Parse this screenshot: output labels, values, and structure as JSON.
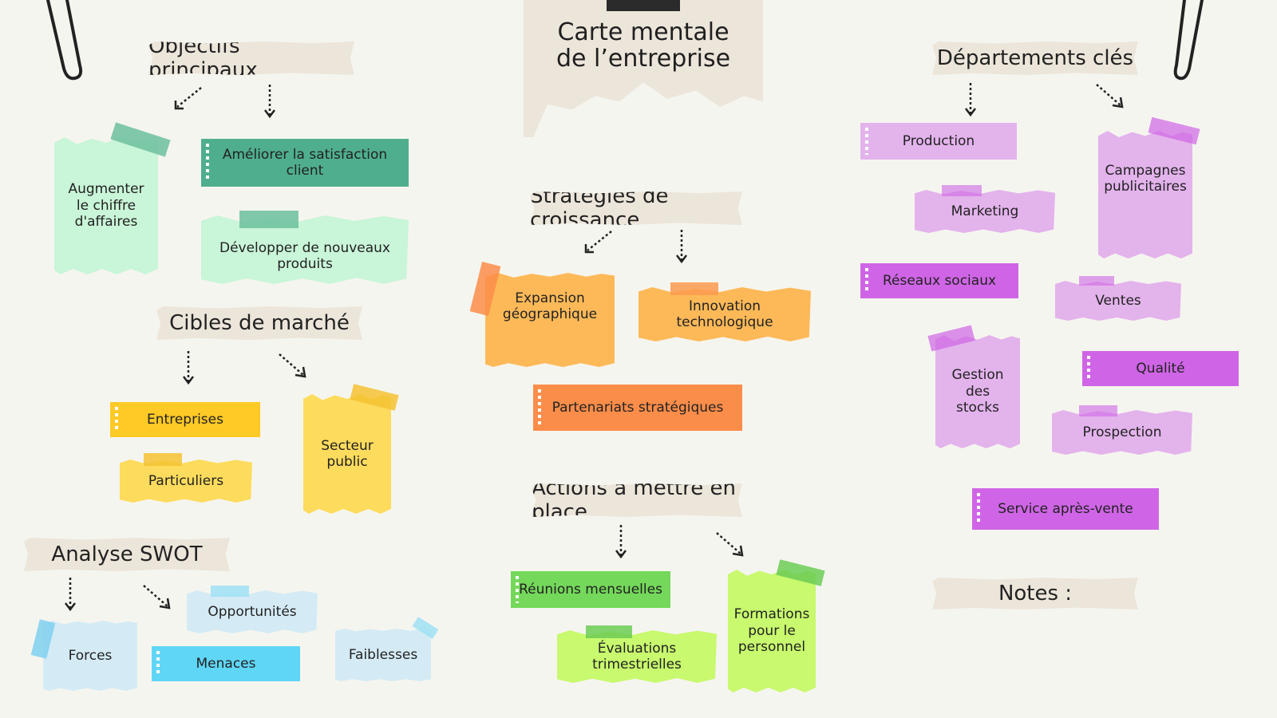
{
  "title": {
    "line1": "Carte mentale",
    "line2": "de l’entreprise"
  },
  "sections": {
    "objectifs": {
      "heading": "Objectifs principaux",
      "items": [
        "Augmenter le chiffre d'affaires",
        "Améliorer la satisfaction client",
        "Développer de nouveaux produits"
      ]
    },
    "cibles": {
      "heading": "Cibles de marché",
      "items": [
        "Entreprises",
        "Particuliers",
        "Secteur public"
      ]
    },
    "swot": {
      "heading": "Analyse SWOT",
      "items": [
        "Forces",
        "Opportunités",
        "Menaces",
        "Faiblesses"
      ]
    },
    "strategies": {
      "heading": "Stratégies de croissance",
      "items": [
        "Expansion géographique",
        "Innovation technologique",
        "Partenariats stratégiques"
      ]
    },
    "actions": {
      "heading": "Actions à mettre en place",
      "items": [
        "Réunions mensuelles",
        "Évaluations trimestrielles",
        "Formations pour le personnel"
      ]
    },
    "departements": {
      "heading": "Départements clés",
      "items": [
        "Production",
        "Marketing",
        "Campagnes publicitaires",
        "Réseaux sociaux",
        "Ventes",
        "Gestion des stocks",
        "Qualité",
        "Prospection",
        "Service après-vente"
      ]
    },
    "notes": {
      "heading": "Notes :"
    }
  },
  "colors": {
    "background": "#f5f5ef",
    "heading_paper": "#ece5da",
    "mint": "#c9f5d8",
    "teal": "#4fae8e",
    "yellow": "#ffc926",
    "light_yellow": "#fddb5c",
    "light_blue": "#d4ebf5",
    "cyan": "#5fd6f6",
    "orange": "#fdb958",
    "deep_orange": "#fb8d4a",
    "lilac": "#e3b3ec",
    "purple": "#cf65e6",
    "green": "#74d85a",
    "lime": "#c8f96e"
  },
  "icons": [
    "paperclip-icon",
    "dotted-arrow-icon"
  ]
}
